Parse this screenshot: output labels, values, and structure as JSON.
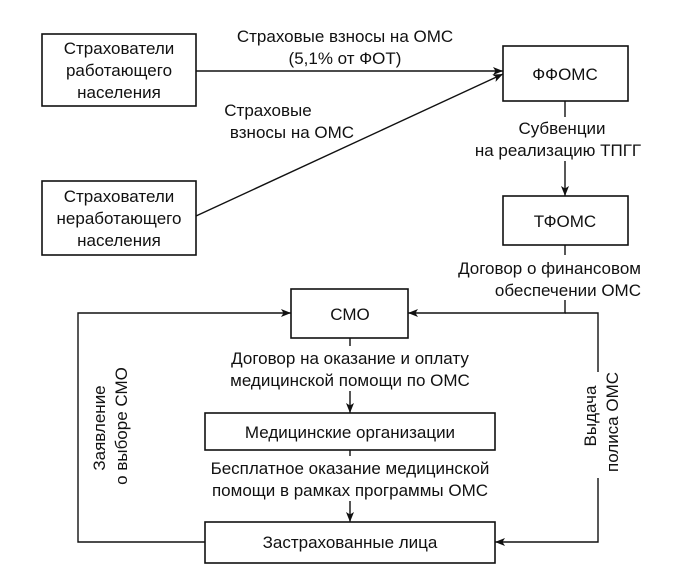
{
  "boxes": {
    "insurers_employed": [
      "Страхователи",
      "работающего",
      "населения"
    ],
    "insurers_unemployed": [
      "Страхователи",
      "неработающего",
      "населения"
    ],
    "ffoms": "ФФОМС",
    "tfoms": "ТФОМС",
    "smo": "СМО",
    "medical_orgs": "Медицинские организации",
    "insured": "Застрахованные лица"
  },
  "flows": {
    "employed_to_ffoms": [
      "Страховые взносы на ОМС",
      "(5,1% от ФОТ)"
    ],
    "unemployed_to_ffoms": [
      "Страховые",
      "взносы на ОМС"
    ],
    "ffoms_to_tfoms": [
      "Субвенции",
      "на реализацию ТПГГ"
    ],
    "tfoms_to_smo": [
      "Договор о финансовом",
      "обеспечении ОМС"
    ],
    "smo_to_medical": [
      "Договор на оказание и оплату",
      "медицинской помощи по ОМС"
    ],
    "medical_to_insured": [
      "Бесплатное оказание медицинской",
      "помощи в рамках программы ОМС"
    ],
    "insured_to_smo": [
      "Заявление",
      "о выборе СМО"
    ],
    "smo_to_insured": [
      "Выдача",
      "полиса ОМС"
    ]
  }
}
